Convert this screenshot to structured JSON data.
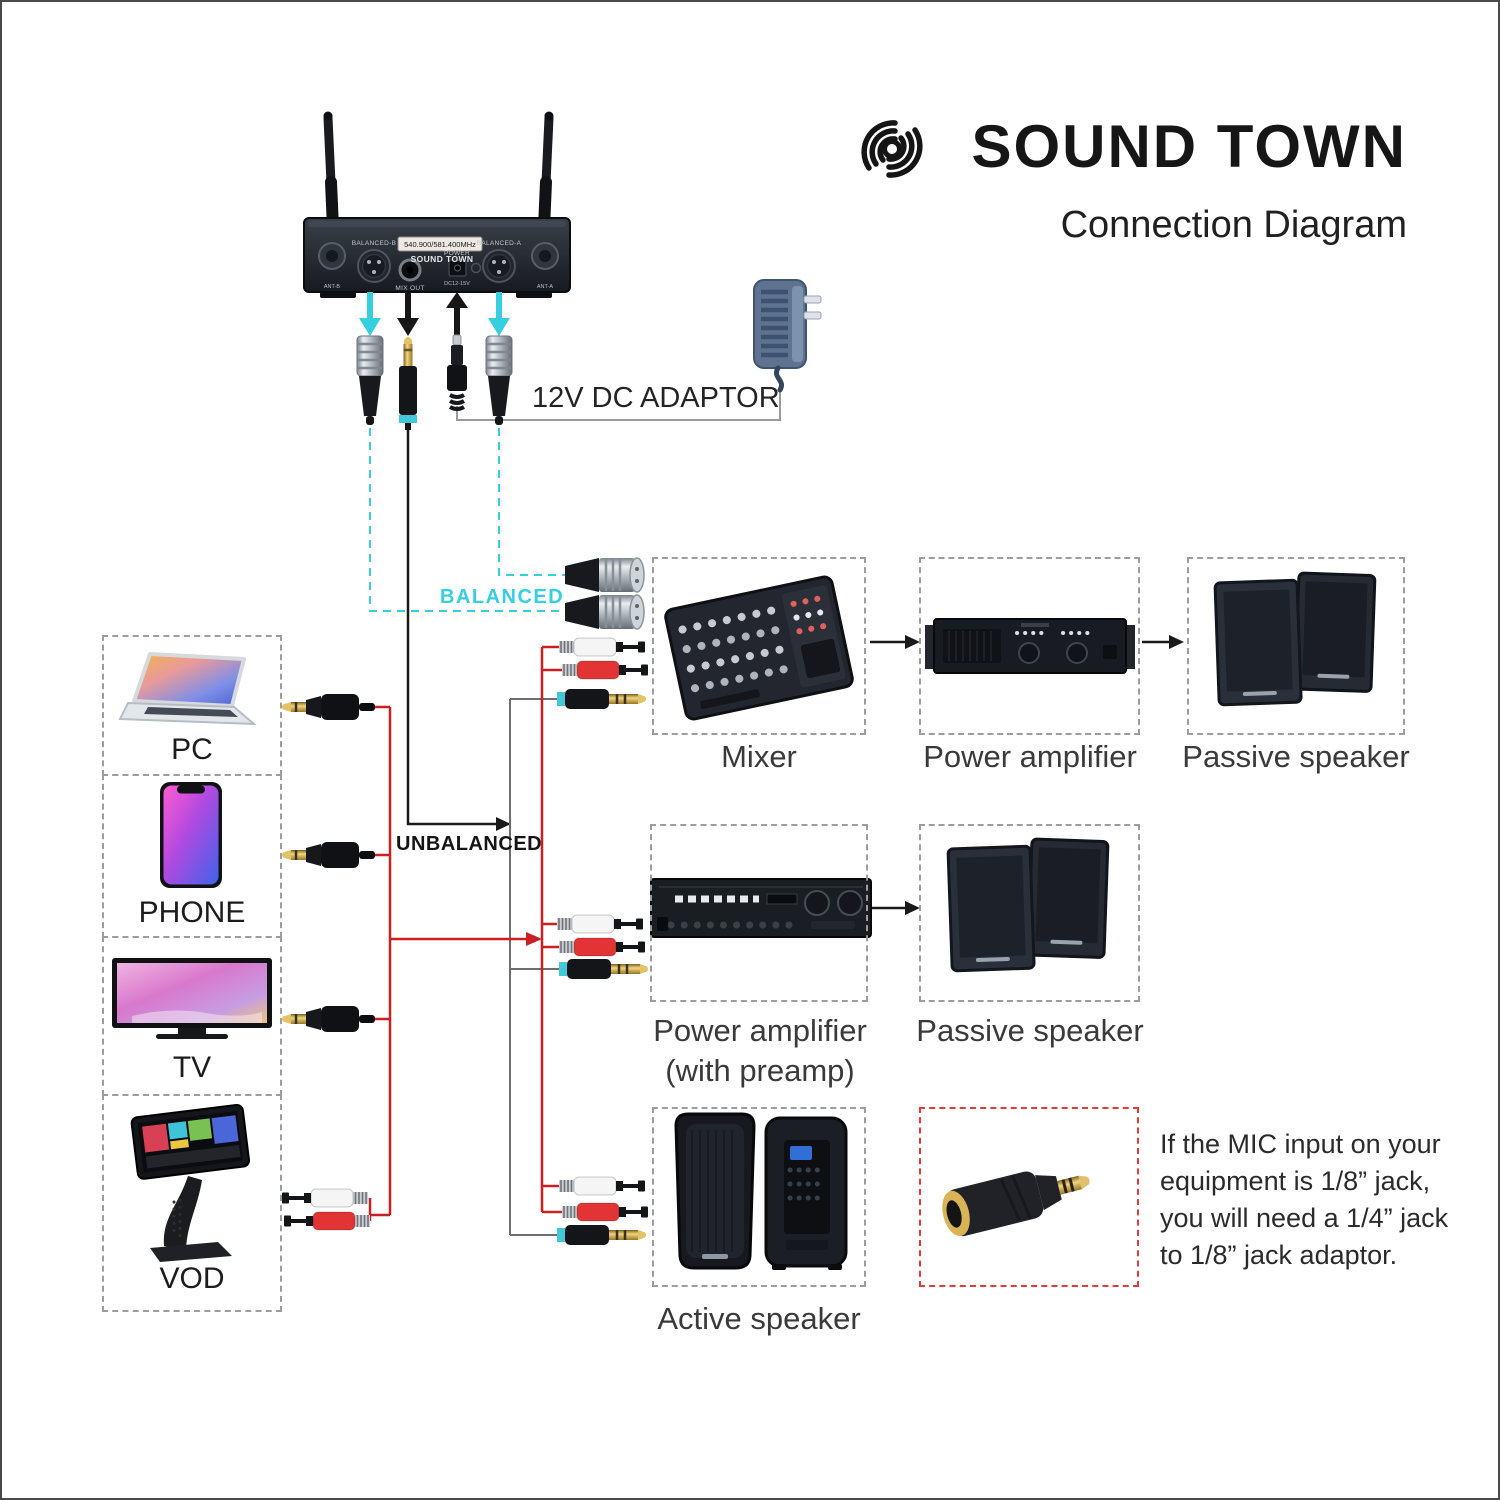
{
  "brand": {
    "name": "SOUND TOWN",
    "tagline": "Connection Diagram"
  },
  "receiver": {
    "balanced_b": "BALANCED-B",
    "balanced_a": "BALANCED-A",
    "freq_display": "540.900/581.400MHz",
    "brand_plate": "SOUND TOWN",
    "mix_out": "MIX OUT",
    "power": "POWER",
    "dc_rating": "DC12-15V",
    "ant_b": "ANT-B",
    "ant_a": "ANT-A"
  },
  "power_adaptor": {
    "label": "12V DC ADAPTOR"
  },
  "signal": {
    "balanced": "BALANCED",
    "unbalanced": "UNBALANCED"
  },
  "sources": {
    "pc": "PC",
    "phone": "PHONE",
    "tv": "TV",
    "vod": "VOD"
  },
  "outputs": {
    "mixer": "Mixer",
    "power_amp": "Power amplifier",
    "passive_speaker_top": "Passive speaker",
    "preamp_line1": "Power amplifier",
    "preamp_line2": "(with preamp)",
    "passive_speaker_mid": "Passive speaker",
    "active_speaker": "Active speaker"
  },
  "note": {
    "line1": "If the MIC input on your",
    "line2": "equipment is 1/8” jack,",
    "line3": "you will need a 1/4” jack",
    "line4": "to 1/8” jack adaptor."
  },
  "colors": {
    "balanced_cyan": "#35cfe0",
    "wire_red": "#c92121",
    "wire_black": "#1a1a1a",
    "wire_gray": "#6e6e6e",
    "dashed_box_gray": "#9d9d9d",
    "note_box_red": "#e23b3b"
  }
}
